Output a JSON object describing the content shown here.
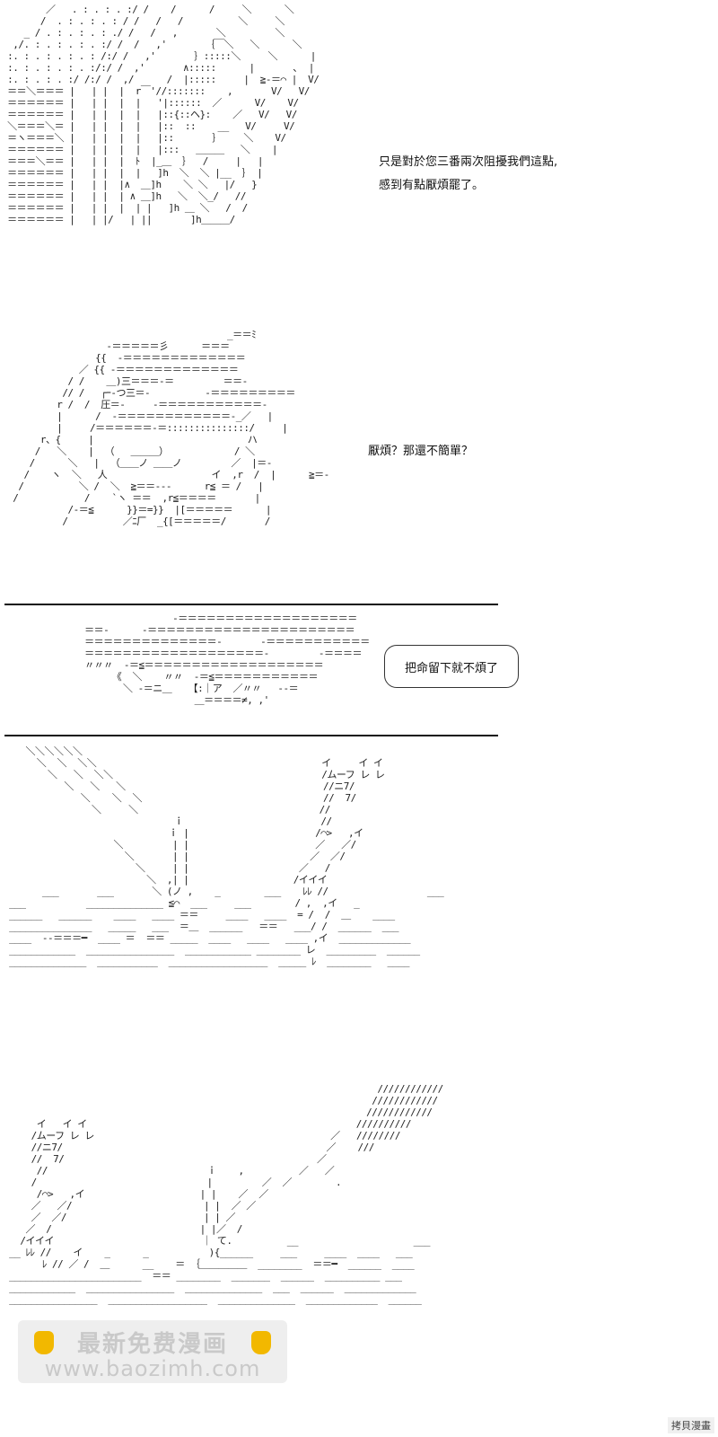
{
  "panel1": {
    "line1": "只是對於您三番兩次阻擾我們這點,",
    "line2": "感到有點厭煩罷了。"
  },
  "panel2": {
    "line1": "厭煩？那還不簡單？"
  },
  "panel3": {
    "bubble": "把命留下就不煩了"
  },
  "watermark": {
    "top": "最新免费漫画",
    "bottom": "www.baozimh.com"
  },
  "corner_tag": "拷貝漫畫"
}
